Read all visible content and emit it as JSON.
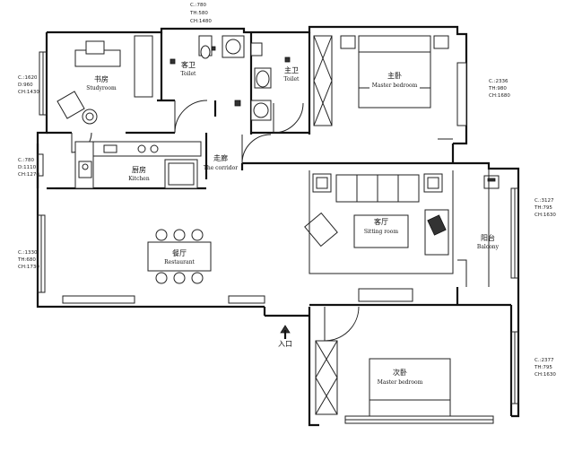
{
  "rooms": {
    "study": {
      "cn": "书房",
      "en": "Studyroom"
    },
    "guest_toilet": {
      "cn": "客卫",
      "en": "Toilet"
    },
    "master_toilet": {
      "cn": "主卫",
      "en": "Toilet"
    },
    "master_bedroom": {
      "cn": "主卧",
      "en": "Master bedroom"
    },
    "kitchen": {
      "cn": "厨房",
      "en": "Kitchen"
    },
    "corridor": {
      "cn": "走廊",
      "en": "The corridor"
    },
    "sitting_room": {
      "cn": "客厅",
      "en": "Sitting room"
    },
    "balcony": {
      "cn": "阳台",
      "en": "Balcony"
    },
    "restaurant": {
      "cn": "餐厅",
      "en": "Restaurant"
    },
    "second_bedroom": {
      "cn": "次卧",
      "en": "Master bedroom"
    },
    "entrance": {
      "cn": "入口"
    }
  },
  "specs": {
    "top": [
      "C.:780",
      "TH:580",
      "CH:1480"
    ],
    "left_study": [
      "C.:1620",
      "D:960",
      "CH:1430"
    ],
    "left_kitchen": [
      "C.:780",
      "D:1110",
      "CH:1270"
    ],
    "left_restaurant": [
      "C.:1330",
      "TH:680",
      "CH:1730"
    ],
    "right_master": [
      "C.:2336",
      "TH:980",
      "CH:1680"
    ],
    "right_balcony": [
      "C.:3127",
      "TH:795",
      "CH:1630"
    ],
    "right_second": [
      "C.:2377",
      "TH:795",
      "CH:1630"
    ]
  }
}
